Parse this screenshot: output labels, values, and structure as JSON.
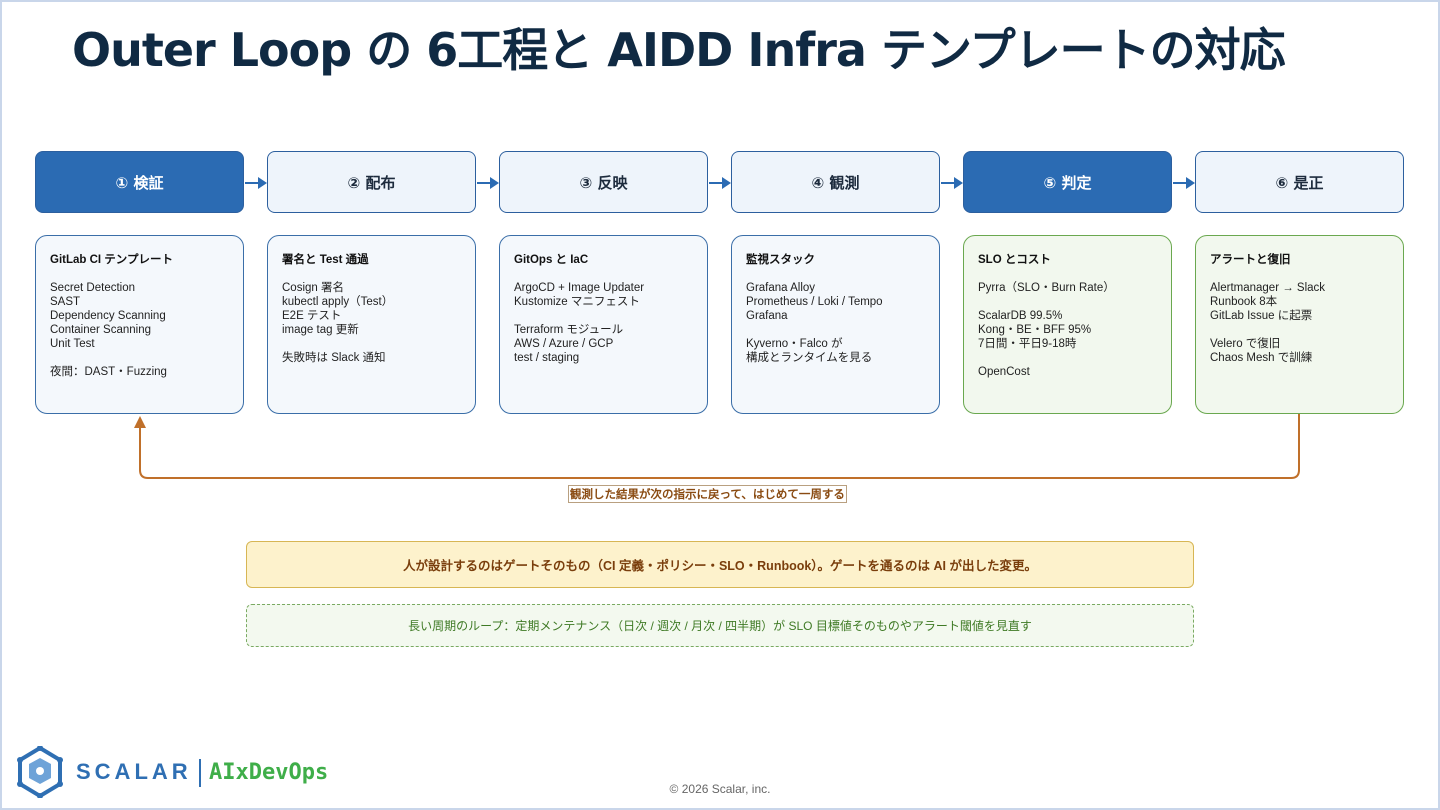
{
  "title": "Outer Loop の 6工程と AIDD Infra テンプレートの対応",
  "steps": [
    {
      "label": "① 検証",
      "style": "dark"
    },
    {
      "label": "② 配布",
      "style": "light"
    },
    {
      "label": "③ 反映",
      "style": "light"
    },
    {
      "label": "④ 観測",
      "style": "light"
    },
    {
      "label": "⑤ 判定",
      "style": "dark"
    },
    {
      "label": "⑥ 是正",
      "style": "light"
    }
  ],
  "cards": [
    {
      "title": "GitLab CI テンプレート",
      "lines": [
        "Secret Detection",
        "SAST",
        "Dependency Scanning",
        "Container Scanning",
        "Unit Test",
        "",
        "夜間：DAST・Fuzzing"
      ]
    },
    {
      "title": "署名と Test 通過",
      "lines": [
        "Cosign 署名",
        "kubectl apply（Test）",
        "E2E テスト",
        "image tag 更新",
        "",
        "失敗時は Slack 通知"
      ]
    },
    {
      "title": "GitOps と IaC",
      "lines": [
        "ArgoCD + Image Updater",
        "Kustomize マニフェスト",
        "",
        "Terraform モジュール",
        "AWS / Azure / GCP",
        "test / staging"
      ]
    },
    {
      "title": "監視スタック",
      "lines": [
        "Grafana Alloy",
        "Prometheus / Loki / Tempo",
        "Grafana",
        "",
        "Kyverno・Falco が",
        "構成とランタイムを見る"
      ]
    },
    {
      "title": "SLO とコスト",
      "lines": [
        "Pyrra（SLO・Burn Rate）",
        "",
        "ScalarDB 99.5%",
        "Kong・BE・BFF 95%",
        "7日間・平日9-18時",
        "",
        "OpenCost"
      ]
    },
    {
      "title": "アラートと復旧",
      "lines": [
        "Alertmanager → Slack",
        "Runbook 8本",
        "GitLab Issue に起票",
        "",
        "Velero で復旧",
        "Chaos Mesh で訓練"
      ]
    }
  ],
  "loop_label": "観測した結果が次の指示に戻って、はじめて一周する",
  "note_primary": "人が設計するのはゲートそのもの（CI 定義・ポリシー・SLO・Runbook）。ゲートを通るのは AI が出した変更。",
  "note_secondary": "長い周期のループ：定期メンテナンス（日次 / 週次 / 月次 / 四半期）が SLO 目標値そのものやアラート閾値を見直す",
  "footer": {
    "brand": "SCALAR",
    "brand_sub": "AIxDevOps",
    "copyright": "© 2026 Scalar, inc."
  },
  "colors": {
    "step_dark": "#2b6bb3",
    "step_light": "#eef4fb",
    "loop": "#c0702a",
    "green_border": "#6aa84f"
  }
}
